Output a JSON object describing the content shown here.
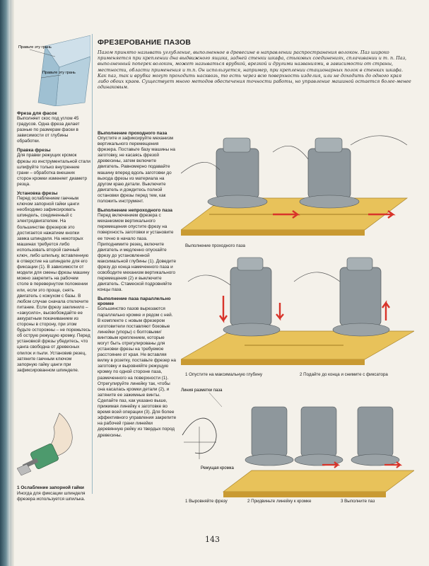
{
  "page_number": "143",
  "title": "ФРЕЗЕРОВАНИЕ ПАЗОВ",
  "intro": "Пазом принято называть углубление, выполненное в древесине в направлении распространения волокон. Паз широко применяется при креплении дна выдвижного ящика, задней стенки шкафа, стыковых соединениях, сплачивании и т. п. Паз, выполненный поперек волокон, может называться врубкой, врезкой и другими названиями, в зависимости от страны, местности, области применения и т.п. Он используется, например, при креплении стационарных полок в стенках шкафа. Как паз, так и врубка могут проходить насквозь, то есть через всю поверхность изделия, или не доходить до одного края либо обоих краев. Существует много методов обеспечения точности работы, но управление машиной остается более-менее одинаковым.",
  "sidebar": {
    "fig_labels": [
      "Правьте эту грань",
      "Правьте эту грань"
    ],
    "sections": [
      {
        "heading": "Фреза для фасок",
        "text": "Выполняет скос под углом 45 градусов. Одна фреза делает разные по размерам фаски в зависимости от глубины обработки."
      },
      {
        "heading": "Правка фрезы",
        "text": "Для правки режущих кромок фрезы из инструментальной стали шлифуйте только внутренние грани – обработка внешних сторон кромки изменяет диаметр резца."
      },
      {
        "heading": "Установка фрезы",
        "text": "Перед ослаблением гаечным ключом запорной гайки цанги необходимо зафиксировать шпиндель, соединенный с электродвигателем. На большинстве фрезеров это достигается нажатием кнопки замка шпинделя. На некоторых машинах требуется либо использовать второй гаечный ключ, либо шпильку, вставленную в отверстие на шпинделе для его фиксации (1). В зависимости от модели для смены фрезы машину можно закрепить на рабочем столе в перевернутом положении или, если это проще, снять двигатель с кожухом с базы. В любом случае сначала отключите питание. Если фрезу заклинило – «закусило», высвобождайте ее аккуратным покачиванием из стороны в сторону, при этом будьте осторожны – не порежьтесь об острую режущую кромку. Перед установкой фрезы убедитесь, что цанга свободна от древесных опилок и пыли. Установив резец, затяните гаечным ключом запорную гайку цанги при зафиксированном шпинделе."
      }
    ],
    "bottom_caption_head": "1 Ослабление запорной гайки",
    "bottom_caption_text": "Иногда для фиксации шпинделя фрезера используется шпилька."
  },
  "main": {
    "sections": [
      {
        "heading": "Выполнение проходного паза",
        "text": "Опустите и зафиксируйте механизм вертикального перемещения фрезера. Поставьте базу машины на заготовку, не касаясь фрезой древесины, затем включите двигатель. Равномерно подавайте машину вперед вдоль заготовки до выхода фрезы из материала на другом краю детали. Выключите двигатель и дождитесь полной остановки фрезы перед тем, как положить инструмент."
      },
      {
        "heading": "Выполнение непроходного паза",
        "text": "Перед включением фрезера с механизмом вертикального перемещения опустите фрезу на поверхность заготовки и установите ее точно в начало паза. Приподнимите резец, включите двигатель и медленно опускайте фрезу до установленной максимальной глубины (1). Доведите фрезу до конца намеченного паза и освободите механизм вертикального перемещения (2) и выключите двигатель. Стамеской подровняйте концы паза."
      },
      {
        "heading": "Выполнение паза параллельно кромке",
        "text": "Большинство пазов вырезаются параллельно кромке и рядом с ней. В комплекте с новым фрезером изготовители поставляют боковые линейки (упоры) с болтовыми/винтовым креплением, которые могут быть отрегулированы для установки фрезы на требуемое расстояние от края. Не вставляя вилку в розетку, поставьте фрезер на заготовку и выровняйте режущую кромку по одной стороне паза, размеченного на поверхности (1). Отрегулируйте линейку так, чтобы она касалась кромки детали (2), и затяните ее зажимные винты. Сделайте паз, как указано выше, прижимая линейку к заготовке во время всей операции (3). Для более эффективного управления закрепите на рабочей грани линейки деревянную рейку из твердых пород древесины."
      }
    ],
    "captions": {
      "through": "Выполнение проходного паза",
      "stopped_1": "1 Опустите на максимальную глубину",
      "stopped_2": "2 Подайте до конца и снимите с фиксатора",
      "fence_1": "1 Выровняйте фрезу",
      "fence_2": "2 Придвиньте линейку к кромке",
      "fence_3": "3 Выполните паз"
    },
    "labels": {
      "marking_line": "Линия разметки паза",
      "cutting_edge": "Режущая кромка"
    }
  },
  "colors": {
    "wood": "#e8c25a",
    "arrow": "#d8342a",
    "router": "#8e979c",
    "accent_blue": "#7fb3cc"
  }
}
